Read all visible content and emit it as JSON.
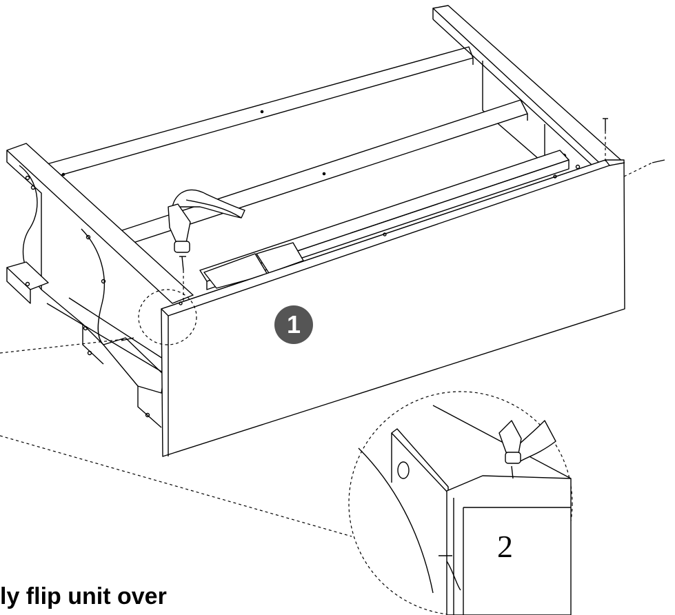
{
  "instruction": {
    "text": "ly flip unit over"
  },
  "step_badge": {
    "label": "1",
    "color": "#555555"
  },
  "detail": {
    "label": "2"
  },
  "colors": {
    "line": "#000000",
    "background": "#ffffff",
    "badge": "#555555"
  },
  "icons": [
    "hammer-icon",
    "nail-icon"
  ]
}
